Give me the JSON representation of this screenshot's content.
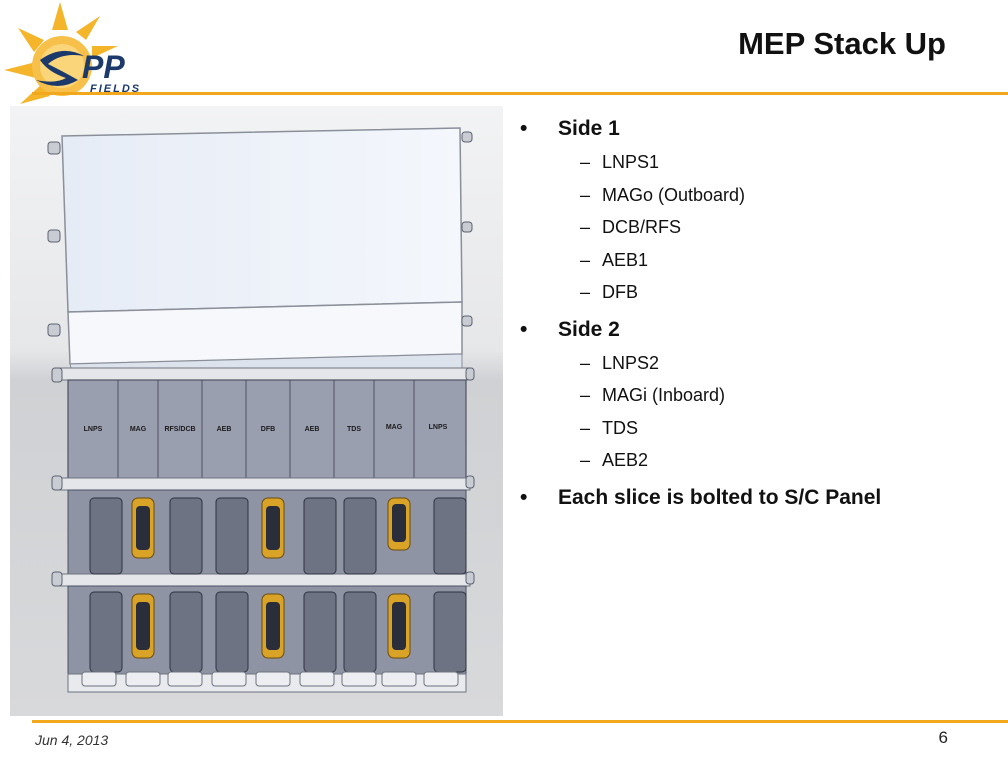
{
  "logo": {
    "text_line1": "PP",
    "text_line2": "FIELDS",
    "accent_color": "#f2a81d",
    "ring_color": "#1b3a6b"
  },
  "title": "MEP Stack Up",
  "bullets": [
    {
      "label": "Side 1",
      "items": [
        "LNPS1",
        "MAGo  (Outboard)",
        "DCB/RFS",
        "AEB1",
        "DFB"
      ]
    },
    {
      "label": "Side 2",
      "items": [
        "LNPS2",
        "MAGi (Inboard)",
        "TDS",
        "AEB2"
      ]
    },
    {
      "label": "Each slice is bolted to S/C Panel",
      "items": []
    }
  ],
  "figure": {
    "slice_labels": [
      "LNPS",
      "MAG",
      "RFS/DCB",
      "AEB",
      "DFB",
      "AEB",
      "TDS",
      "MAG",
      "LNPS"
    ]
  },
  "footer": {
    "date": "Jun 4, 2013",
    "page": "6"
  },
  "colors": {
    "accent_rule": "#f2a81d"
  }
}
